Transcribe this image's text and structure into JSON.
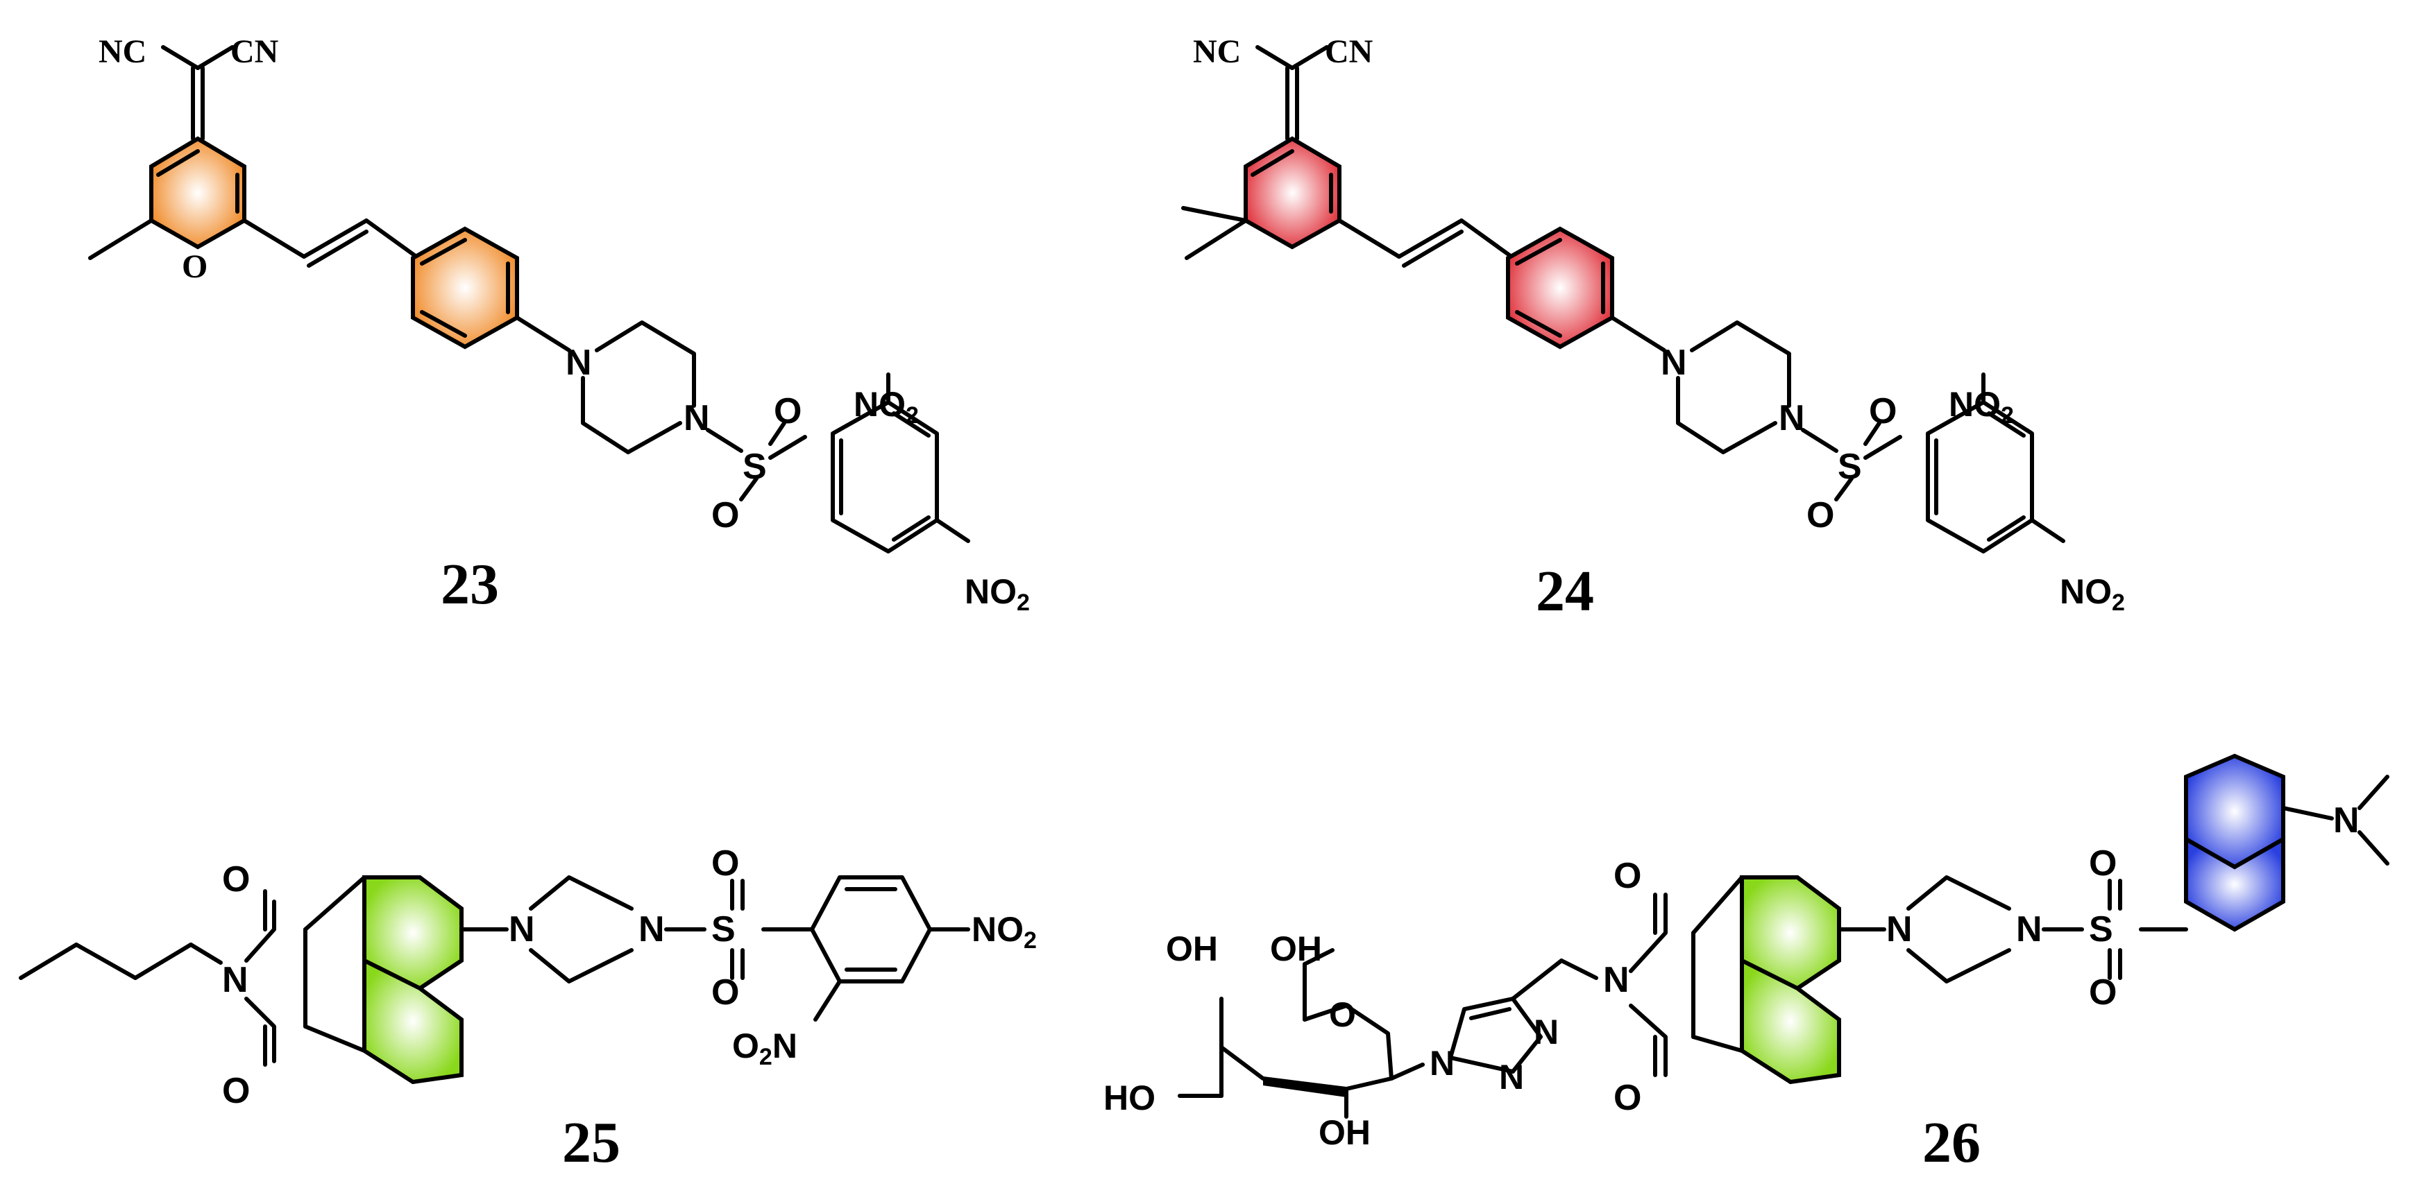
{
  "compounds": [
    {
      "number": "23",
      "ring_color": "#f5a04b"
    },
    {
      "number": "24",
      "ring_color": "#e8474d"
    },
    {
      "number": "25",
      "ring_color": "#9be02e"
    },
    {
      "number": "26",
      "ring_color": "#9be02e",
      "second_ring_color": "#3a55e6"
    }
  ],
  "labels": {
    "cn": "CN",
    "nc": "NC",
    "o": "O",
    "n": "N",
    "s": "S",
    "no2": "NO",
    "no2_sub": "2",
    "o2n_o": "O",
    "o2n_n": "N",
    "oh": "OH",
    "ho": "HO"
  }
}
